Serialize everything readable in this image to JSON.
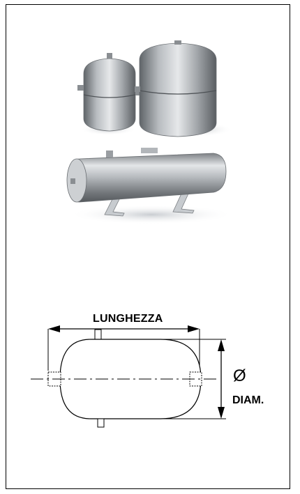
{
  "diagram": {
    "length_label": "LUNGHEZZA",
    "diameter_symbol": "Ø",
    "diameter_label": "DIAM."
  }
}
